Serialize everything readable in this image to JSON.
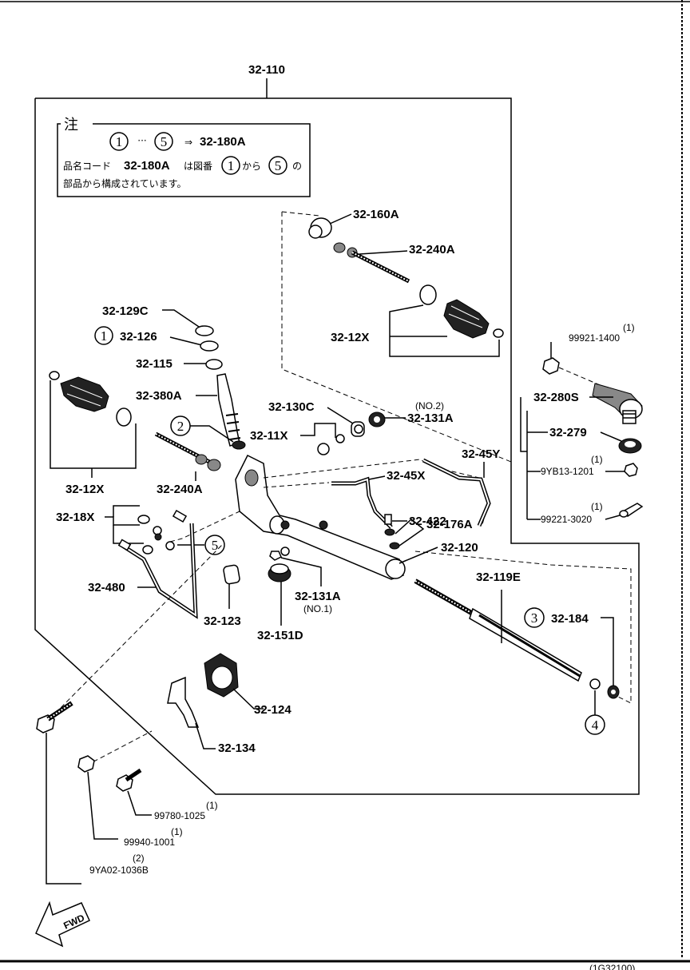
{
  "assembly_label": "32-110",
  "note": {
    "title": "注",
    "range_start": "1",
    "range_end": "5",
    "arrow": "⇒",
    "target_code": "32-180A",
    "line2_prefix": "品名コード",
    "line2_code": "32-180A",
    "line2_mid": "は図番",
    "line2_from": "1",
    "line2_kara": "から",
    "line2_to": "5",
    "line2_no": "の",
    "line3": "部品から構成されています。",
    "ellipsis": "···"
  },
  "parts": {
    "p32_160A": "32-160A",
    "p32_240A_top": "32-240A",
    "p32_12X_top": "32-12X",
    "p32_129C": "32-129C",
    "p32_126": "32-126",
    "p32_126_num": "1",
    "p32_115": "32-115",
    "p32_380A": "32-380A",
    "p32_11X": "32-11X",
    "circle2": "2",
    "p32_130C": "32-130C",
    "p32_131A_no2_note": "(NO.2)",
    "p32_131A_top": "32-131A",
    "p32_12X_left": "32-12X",
    "p32_240A_left": "32-240A",
    "p32_18X": "32-18X",
    "circle5": "5",
    "p32_45Y": "32-45Y",
    "p32_45X": "32-45X",
    "p32_422": "32-422",
    "p32_176A": "32-176A",
    "p32_120": "32-120",
    "p32_480": "32-480",
    "p32_123": "32-123",
    "p32_131A_bottom": "32-131A",
    "p32_131A_no1_note": "(NO.1)",
    "p32_151D": "32-151D",
    "p32_119E": "32-119E",
    "p32_184": "32-184",
    "circle3": "3",
    "circle4": "4",
    "p32_124": "32-124",
    "p32_134": "32-134",
    "p99921_qty": "(1)",
    "p99921": "99921-1400",
    "p32_280S": "32-280S",
    "p32_279": "32-279",
    "p9YB13_qty": "(1)",
    "p9YB13": "9YB13-1201",
    "p99221_qty": "(1)",
    "p99221": "99221-3020",
    "p99780_qty": "(1)",
    "p99780": "99780-1025",
    "p99940_qty": "(1)",
    "p99940": "99940-1001",
    "p9YA02_qty": "(2)",
    "p9YA02": "9YA02-1036B"
  },
  "fwd_label": "FWD",
  "footer_code": "(1G32100)"
}
